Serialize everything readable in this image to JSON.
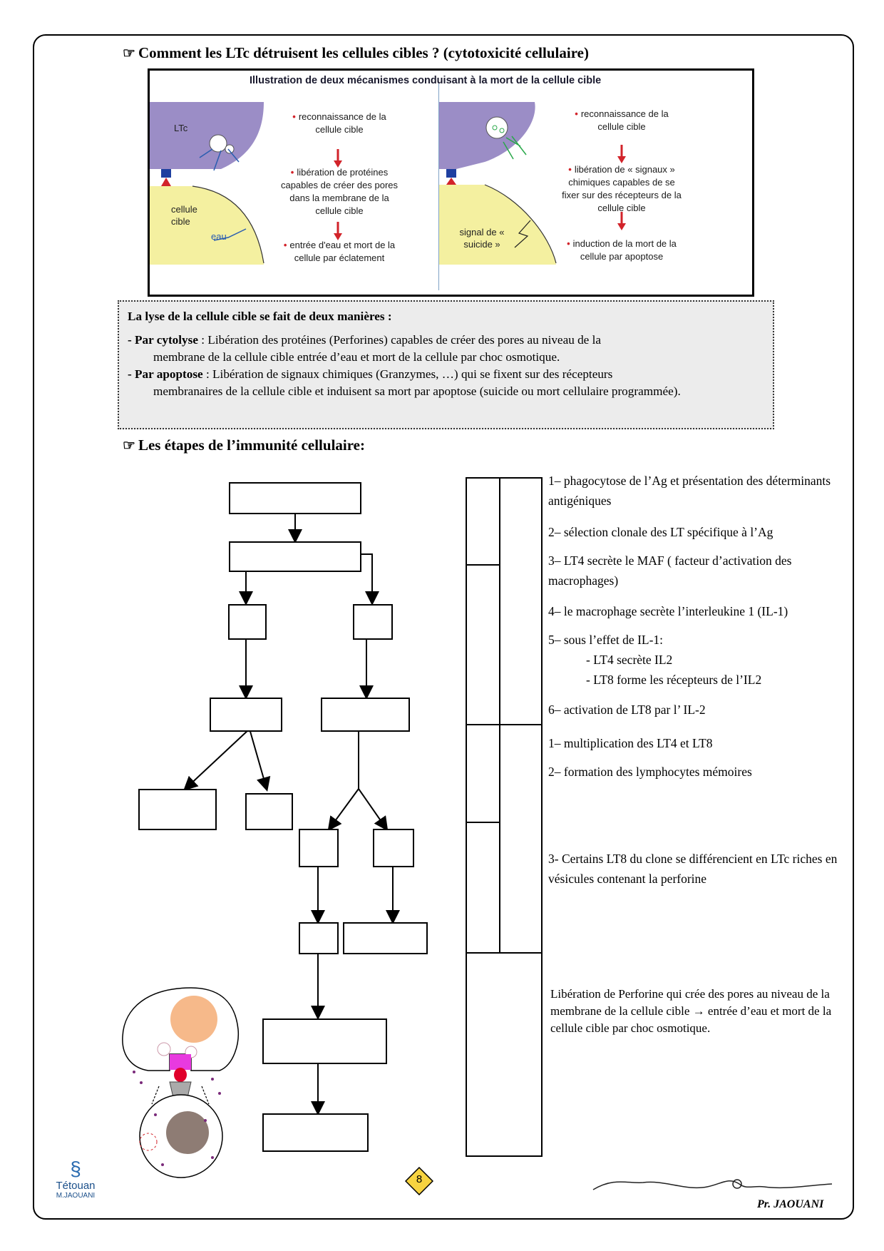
{
  "heading1": {
    "text": "Comment les LTc détruisent les cellules cibles ? (cytotoxicité cellulaire)"
  },
  "figure": {
    "title": "Illustration de deux mécanismes conduisant à la mort de la cellule cible",
    "left": {
      "ltc_label": "LTc",
      "cell_label": "cellule cible",
      "water_label": "eau",
      "steps": [
        "reconnaissance de la cellule cible",
        "libération de protéines capables de créer des pores dans la membrane de la cellule cible",
        "entrée d'eau et mort de la cellule par éclatement"
      ]
    },
    "right": {
      "signal_label": "signal de « suicide »",
      "steps": [
        "reconnaissance de la cellule cible",
        "libération de « signaux » chimiques capables de se fixer sur des récepteurs de la cellule cible",
        "induction de la mort de la cellule par apoptose"
      ]
    }
  },
  "summary": {
    "title": "La lyse de la cellule cible se fait de deux manières :",
    "items": [
      {
        "prefix": "- Par cytolyse",
        "line1": " : Libération des protéines (Perforines) capables de créer des pores au niveau de la",
        "rest": "membrane de la cellule cible  entrée d’eau et mort de la cellule par choc osmotique."
      },
      {
        "prefix": "- Par apoptose",
        "line1": " : Libération de signaux chimiques (Granzymes, …) qui se fixent sur des récepteurs",
        "rest": "membranaires de la cellule cible et induisent sa mort par apoptose (suicide ou mort cellulaire programmée)."
      }
    ]
  },
  "heading2": {
    "text": "Les étapes de l’immunité cellulaire:"
  },
  "steps": {
    "group1": [
      "1– phagocytose de l’Ag et présentation des déterminants antigéniques",
      "2– sélection clonale des LT spécifique à l’Ag",
      "3– LT4 secrète le MAF ( facteur d’activation des macrophages)",
      "4– le macrophage secrète l’interleukine 1 (IL-1)",
      "5– sous l’effet de IL-1:"
    ],
    "sub5": [
      "- LT4 secrète IL2",
      "- LT8 forme les récepteurs de l’IL2"
    ],
    "step6": "6– activation de LT8 par l’ IL-2",
    "group2": [
      "1– multiplication des LT4 et LT8",
      "2– formation des lymphocytes mémoires"
    ],
    "step3b": "3- Certains LT8 du clone se différencient en LTc riches en vésicules contenant la perforine",
    "final": "Libération de Perforine qui crée des pores au niveau de la membrane de la cellule cible → entrée d’eau et mort de la cellule cible par choc osmotique."
  },
  "footer": {
    "city": "Tétouan",
    "author_small": "M.JAOUANI",
    "page": "8",
    "signature": "Pr. JAOUANI"
  },
  "colors": {
    "ltc_purple": "#9b8dc6",
    "cell_yellow": "#f4f0a0",
    "arrow_red": "#d2232a",
    "receptor_blue": "#1f3fa0",
    "tube_green": "#2aa84a"
  }
}
